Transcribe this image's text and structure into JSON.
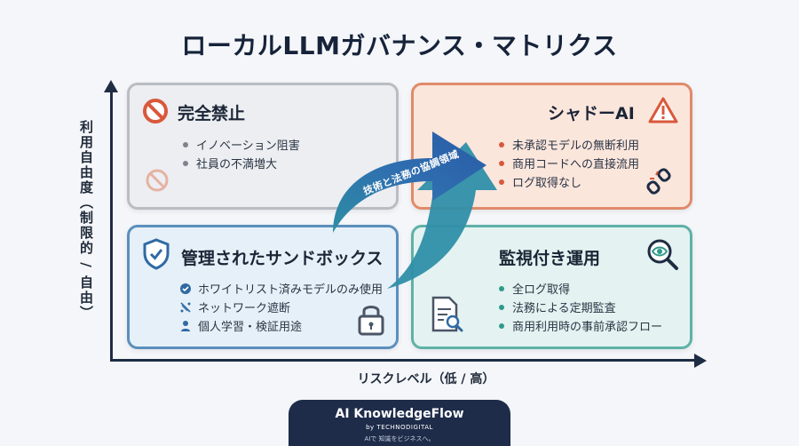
{
  "title": "ローカルLLMガバナンス・マトリクス",
  "axes": {
    "y_label": "利用自由度（制限的 / 自由）",
    "x_label": "リスクレベル（低 / 高）"
  },
  "quadrants": {
    "prohibit": {
      "title": "完全禁止",
      "icon": "no-entry-icon",
      "items": [
        "イノベーション阻害",
        "社員の不満増大"
      ]
    },
    "shadow": {
      "title": "シャドーAI",
      "icon": "warning-icon",
      "items": [
        "未承認モデルの無断利用",
        "商用コードへの直接流用",
        "ログ取得なし"
      ]
    },
    "sandbox": {
      "title": "管理されたサンドボックス",
      "icon": "shield-check-icon",
      "items": [
        "ホワイトリスト済みモデルのみ使用",
        "ネットワーク遮断",
        "個人学習・検証用途"
      ]
    },
    "monitor": {
      "title": "監視付き運用",
      "icon": "magnifier-eye-icon",
      "items": [
        "全ログ取得",
        "法務による定期監査",
        "商用利用時の事前承認フロー"
      ]
    }
  },
  "arrow_label": "技術と法務の協調領域",
  "colors": {
    "navy": "#1e2c44",
    "shadow_accent": "#d9583b",
    "sandbox_accent": "#2f6aa3",
    "monitor_accent": "#2f9a8c"
  },
  "footer": {
    "brand": "AI KnowledgeFlow",
    "by": "by TECHNODIGITAL",
    "tagline": "AIで 知識をビジネスへ。"
  }
}
